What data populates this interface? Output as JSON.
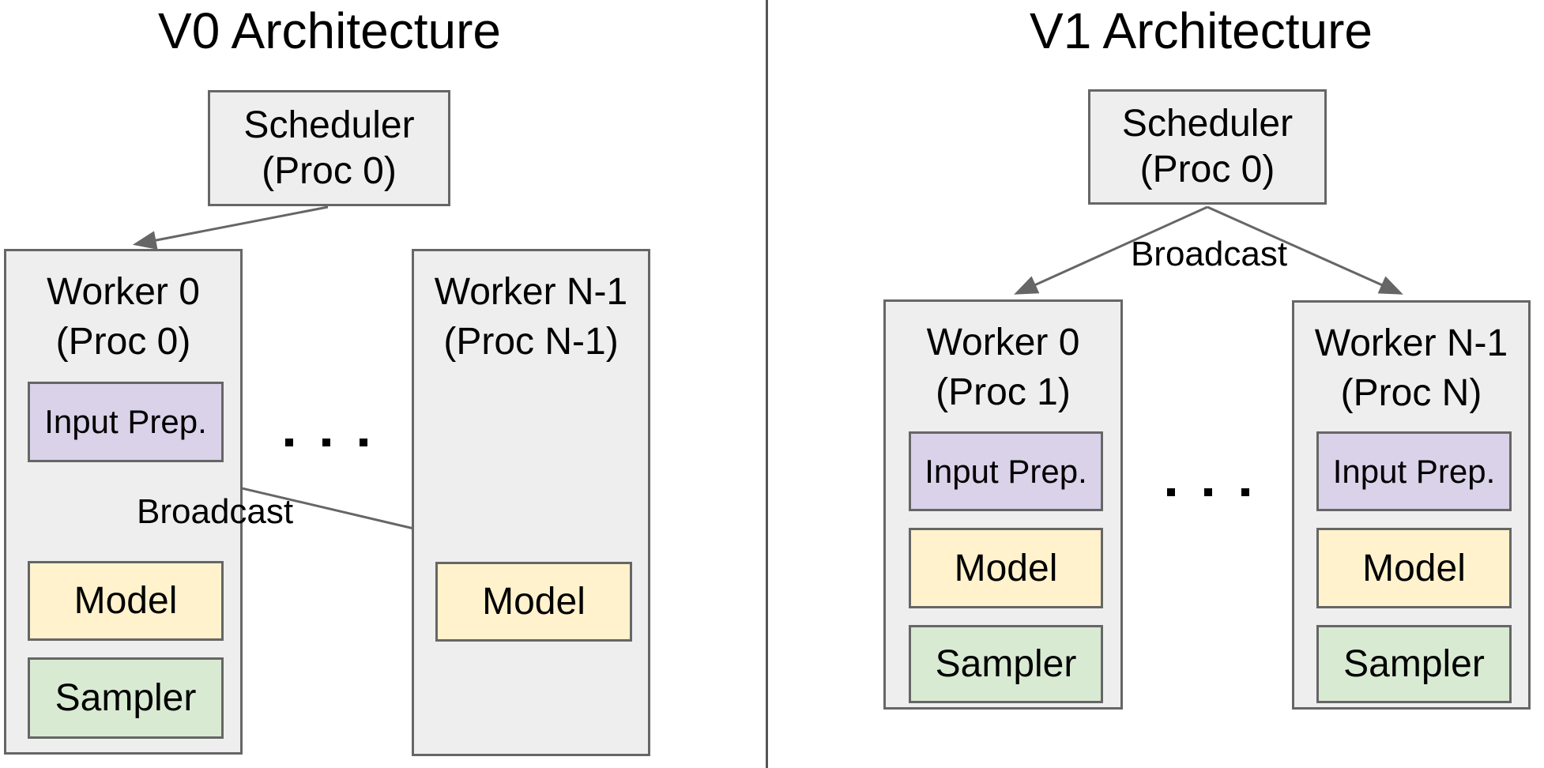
{
  "v0": {
    "title": "V0 Architecture",
    "scheduler": {
      "name": "Scheduler",
      "proc": "(Proc 0)"
    },
    "broadcast_label": "Broadcast",
    "ellipsis": ". . .",
    "worker0": {
      "name": "Worker 0",
      "proc": "(Proc 0)",
      "input_prep": "Input Prep.",
      "model": "Model",
      "sampler": "Sampler"
    },
    "workerN": {
      "name": "Worker N-1",
      "proc": "(Proc N-1)",
      "model": "Model"
    }
  },
  "v1": {
    "title": "V1 Architecture",
    "scheduler": {
      "name": "Scheduler",
      "proc": "(Proc 0)"
    },
    "broadcast_label": "Broadcast",
    "ellipsis": ". . .",
    "worker0": {
      "name": "Worker 0",
      "proc": "(Proc 1)",
      "input_prep": "Input Prep.",
      "model": "Model",
      "sampler": "Sampler"
    },
    "workerN": {
      "name": "Worker N-1",
      "proc": "(Proc N)",
      "input_prep": "Input Prep.",
      "model": "Model",
      "sampler": "Sampler"
    }
  },
  "colors": {
    "box_background": "#eeeeee",
    "input_prep_background": "#d9d2e9",
    "model_background": "#fff2cc",
    "sampler_background": "#d9ead3",
    "border": "#666666",
    "arrow": "#666666",
    "divider": "#555555",
    "text": "#000000",
    "page_background": "#ffffff"
  }
}
